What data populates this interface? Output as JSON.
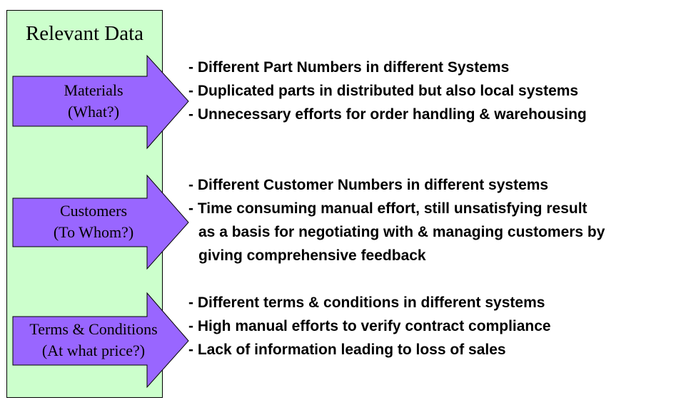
{
  "panel": {
    "title": "Relevant Data",
    "fill_color": "#ccffcc"
  },
  "arrow_color": "#9966ff",
  "sections": [
    {
      "label_lines": [
        "Materials",
        "(What?)"
      ],
      "bullets": [
        "- Different Part Numbers in different Systems",
        "- Duplicated parts in distributed but also local systems",
        "- Unnecessary efforts for order handling & warehousing"
      ]
    },
    {
      "label_lines": [
        "Customers",
        "(To Whom?)"
      ],
      "bullets": [
        "- Different Customer Numbers in different systems",
        "- Time consuming manual effort, still unsatisfying result",
        "as a basis for negotiating with & managing customers by",
        "giving comprehensive feedback"
      ]
    },
    {
      "label_lines": [
        "Terms & Conditions",
        "(At what price?)"
      ],
      "bullets": [
        "- Different terms & conditions in different systems",
        "- High manual efforts to verify contract compliance",
        "- Lack of information leading to loss of sales"
      ]
    }
  ]
}
